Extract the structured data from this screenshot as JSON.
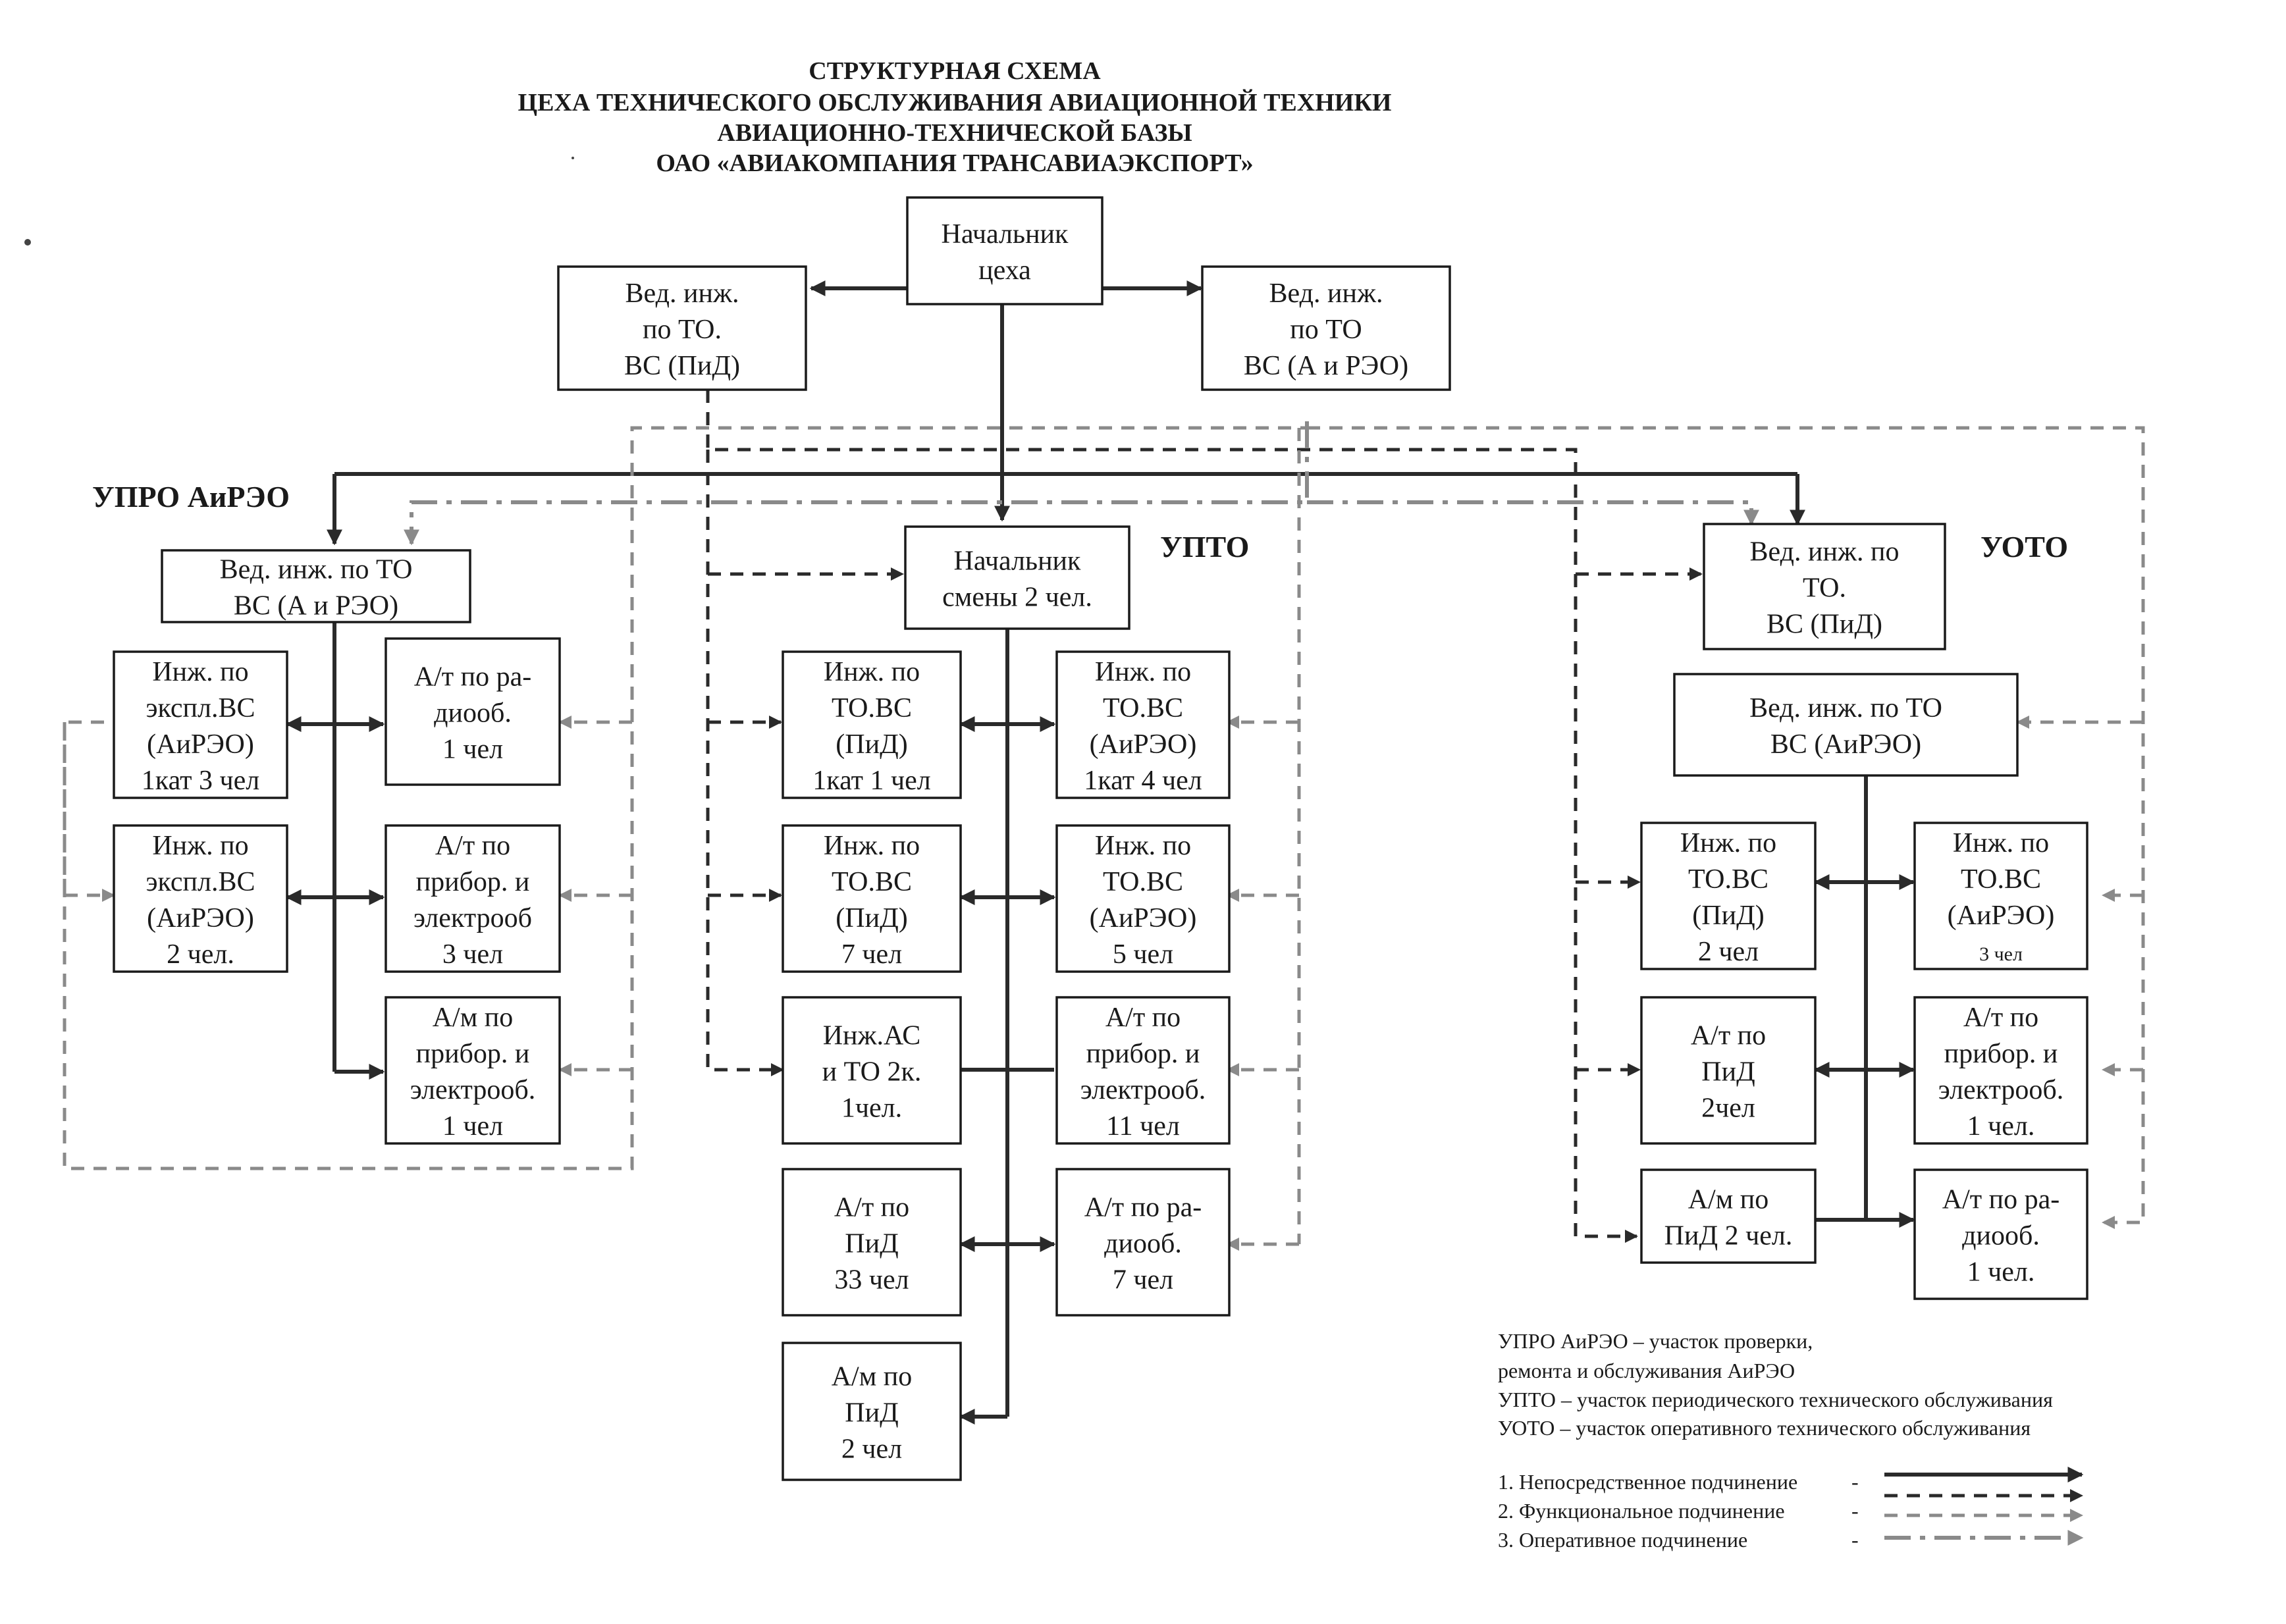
{
  "title": {
    "l1": "СТРУКТУРНАЯ СХЕМА",
    "l2": "ЦЕХА ТЕХНИЧЕСКОГО ОБСЛУЖИВАНИЯ АВИАЦИОННОЙ ТЕХНИКИ",
    "l3": "АВИАЦИОННО-ТЕХНИЧЕСКОЙ БАЗЫ",
    "l4": "ОАО «АВИАКОМПАНИЯ ТРАНСАВИАЭКСПОРТ»"
  },
  "sections": {
    "upro": "УПРО АиРЭО",
    "upto": "УПТО",
    "uoto": "УОТО"
  },
  "boxes": {
    "chief": [
      "Начальник",
      "цеха"
    ],
    "lead_pid": [
      "Вед. инж.",
      "по ТО.",
      "ВС (ПиД)"
    ],
    "lead_arao": [
      "Вед. инж.",
      "по ТО",
      "ВС (А и РЭО)"
    ],
    "upro_lead": [
      "Вед. инж. по ТО",
      "ВС (А и РЭО)"
    ],
    "upro_eng1": [
      "Инж. по",
      "экспл.ВС",
      "(АиРЭО)",
      "1кат 3 чел"
    ],
    "upro_eng2": [
      "Инж. по",
      "экспл.ВС",
      "(АиРЭО)",
      "2 чел."
    ],
    "upro_at_radio": [
      "А/т по ра-",
      "диооб.",
      "1 чел"
    ],
    "upro_at_prib": [
      "А/т по",
      "прибор. и",
      "электрооб",
      "3 чел"
    ],
    "upro_am_prib": [
      "А/м по",
      "прибор. и",
      "электрооб.",
      "1 чел"
    ],
    "upto_shift": [
      "Начальник",
      "смены 2 чел."
    ],
    "upto_eng_pid1": [
      "Инж. по",
      "ТО.ВС",
      "(ПиД)",
      "1кат 1 чел"
    ],
    "upto_eng_pid2": [
      "Инж. по",
      "ТО.ВС",
      "(ПиД)",
      "7 чел"
    ],
    "upto_eng_as": [
      "Инж.АС",
      "и ТО 2к.",
      "1чел."
    ],
    "upto_at_pid": [
      "А/т по",
      "ПиД",
      "33 чел"
    ],
    "upto_am_pid": [
      "А/м по",
      "ПиД",
      "2 чел"
    ],
    "upto_eng_ar1": [
      "Инж. по",
      "ТО.ВС",
      "(АиРЭО)",
      "1кат 4 чел"
    ],
    "upto_eng_ar2": [
      "Инж. по",
      "ТО.ВС",
      "(АиРЭО)",
      "5 чел"
    ],
    "upto_at_prib": [
      "А/т по",
      "прибор. и",
      "электрооб.",
      "11 чел"
    ],
    "upto_at_radio": [
      "А/т по ра-",
      "диооб.",
      "7 чел"
    ],
    "uoto_lead_pid": [
      "Вед. инж. по",
      "ТО.",
      "ВС (ПиД)"
    ],
    "uoto_lead_ar": [
      "Вед. инж. по ТО",
      "ВС (АиРЭО)"
    ],
    "uoto_eng_pid": [
      "Инж. по",
      "ТО.ВС",
      "(ПиД)",
      "2 чел"
    ],
    "uoto_at_pid": [
      "А/т по",
      "ПиД",
      "2чел"
    ],
    "uoto_am_pid": [
      "А/м по",
      "ПиД 2 чел."
    ],
    "uoto_eng_ar": [
      "Инж. по",
      "ТО.ВС",
      "(АиРЭО)",
      "3 чел"
    ],
    "uoto_at_prib": [
      "А/т по",
      "прибор. и",
      "электрооб.",
      "1 чел."
    ],
    "uoto_at_radio": [
      "А/т по ра-",
      "диооб.",
      "1 чел."
    ]
  },
  "abbreviations": [
    "УПРО АиРЭО –  участок проверки,",
    "ремонта и обслуживания АиРЭО",
    "УПТО – участок периодического технического обслуживания",
    "УОТО – участок оперативного технического обслуживания"
  ],
  "legend": [
    {
      "label": "1. Непосредственное подчинение",
      "dash": "-"
    },
    {
      "label": "2. Функциональное подчинение",
      "dash": "-"
    },
    {
      "label": "3. Оперативное подчинение",
      "dash": "-"
    }
  ],
  "colors": {
    "line_dark": "#2a2a2a",
    "line_gray": "#8a8a8a"
  }
}
